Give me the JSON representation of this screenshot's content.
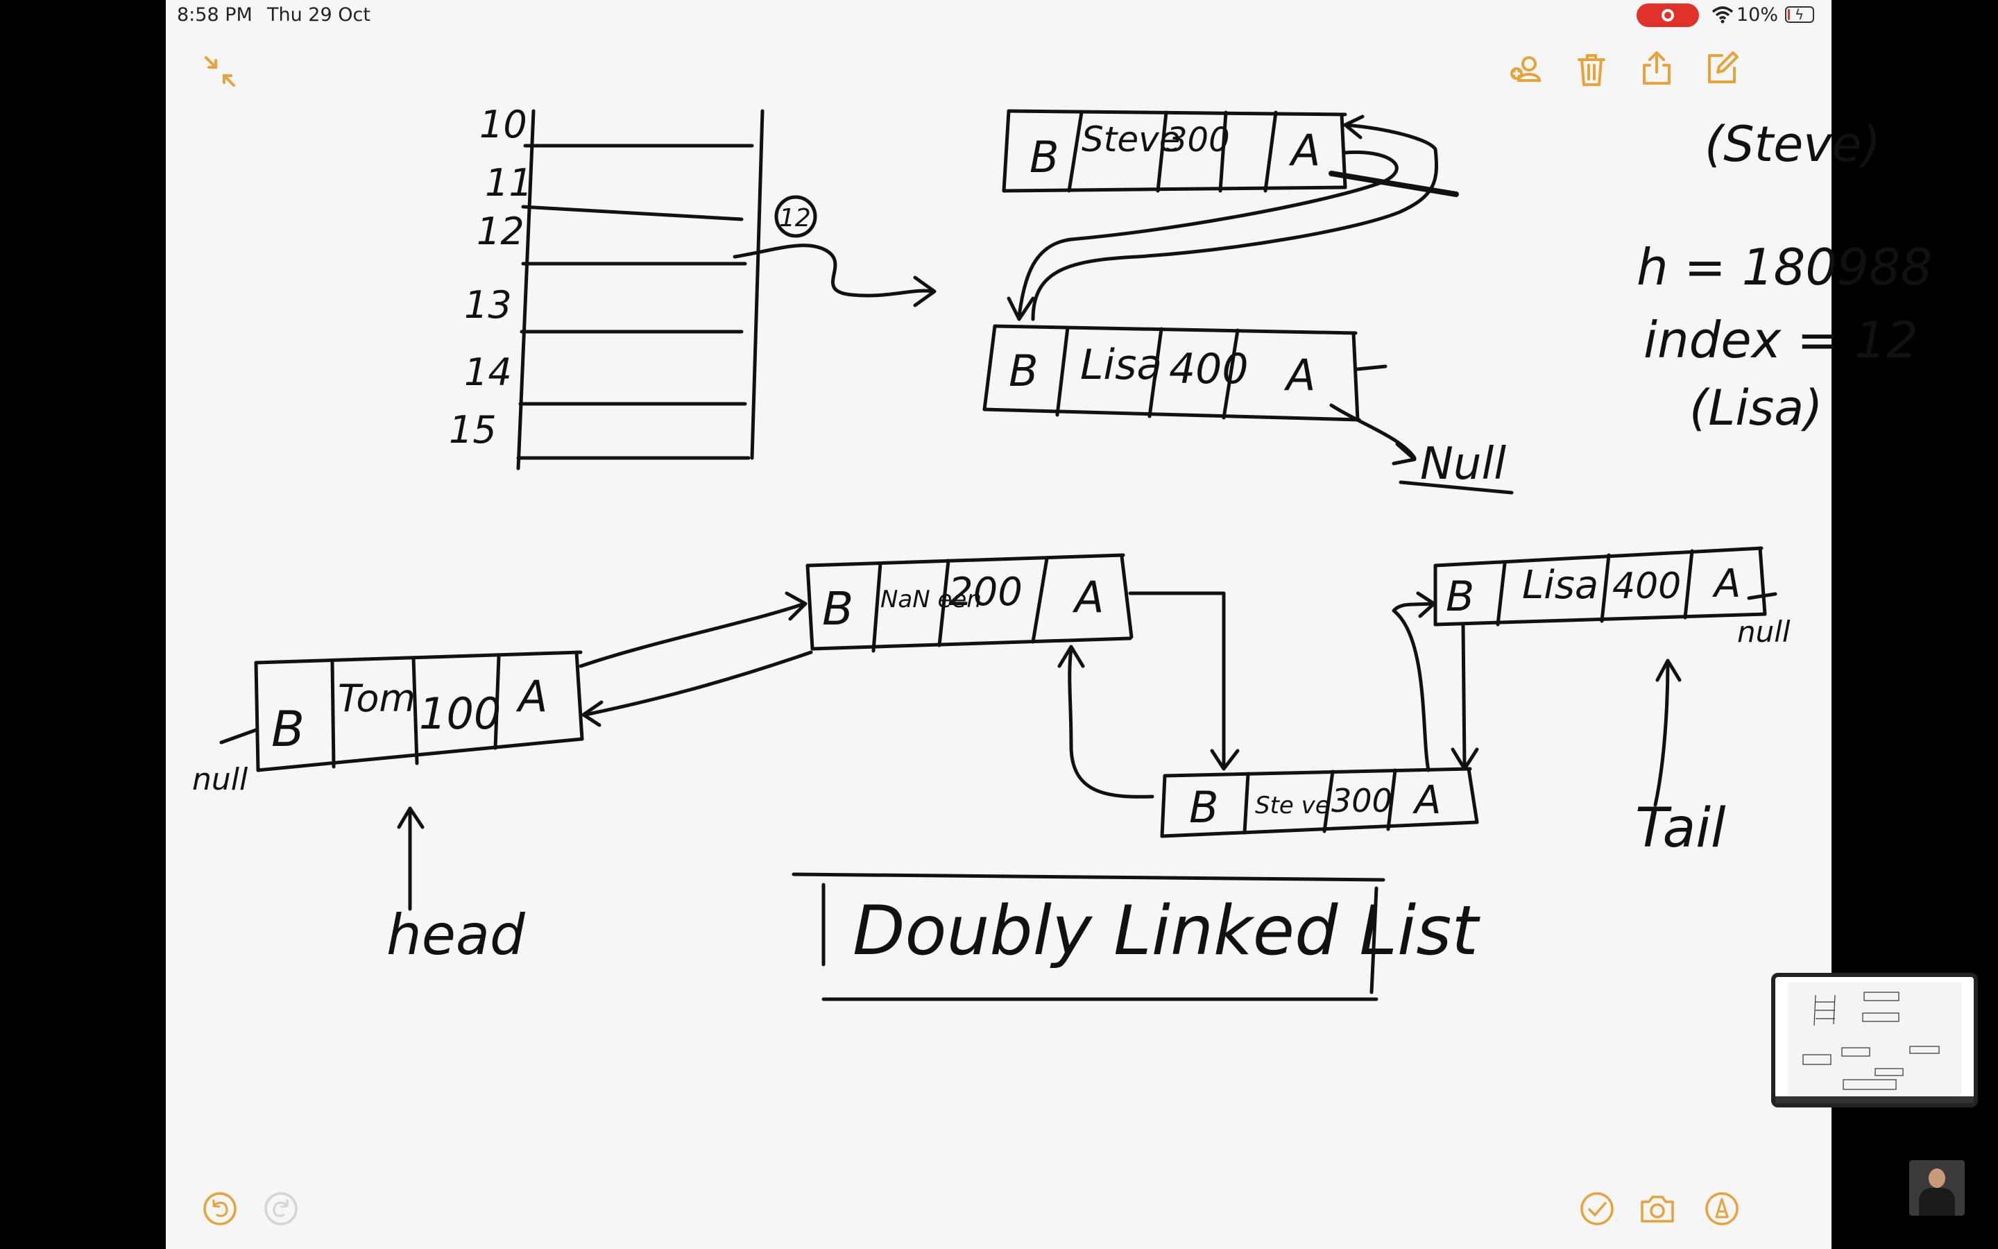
{
  "status_bar": {
    "time": "8:58 PM",
    "date": "Thu 29 Oct",
    "battery": "10%",
    "battery_level": 0.1,
    "recording": true
  },
  "toolbar": {
    "top_left": [
      "collapse-icon"
    ],
    "top_right": [
      "add-person-icon",
      "trash-icon",
      "share-icon",
      "compose-icon"
    ],
    "bottom_left": [
      "undo-icon",
      "redo-icon"
    ],
    "bottom_right": [
      "checkmark-icon",
      "camera-icon",
      "markup-pen-icon"
    ],
    "accent_color": "#e7a23a"
  },
  "note": {
    "hash_table": {
      "indices": [
        "10",
        "11",
        "12",
        "13",
        "14",
        "15"
      ],
      "pointer_label": "12"
    },
    "bucket_nodes": [
      {
        "cells": [
          "B",
          "Steve",
          "300",
          "A"
        ]
      },
      {
        "cells": [
          "B",
          "Lisa",
          "400",
          "A"
        ]
      }
    ],
    "bucket_null": "Null",
    "hash_notes": {
      "steve": "(Steve)",
      "hash": "h = 180988",
      "index": "index = 12",
      "lisa": "(Lisa)"
    },
    "list_nodes": [
      {
        "cells": [
          "B",
          "Tom",
          "100",
          "A"
        ]
      },
      {
        "cells": [
          "B",
          "NaN een",
          "200",
          "A"
        ]
      },
      {
        "cells": [
          "B",
          "Ste ve",
          "300",
          "A"
        ]
      },
      {
        "cells": [
          "B",
          "Lisa",
          "400",
          "A"
        ]
      }
    ],
    "null_left": "null",
    "null_right": "null",
    "head_label": "head",
    "tail_label": "Tail",
    "caption": "Doubly Linked List"
  }
}
